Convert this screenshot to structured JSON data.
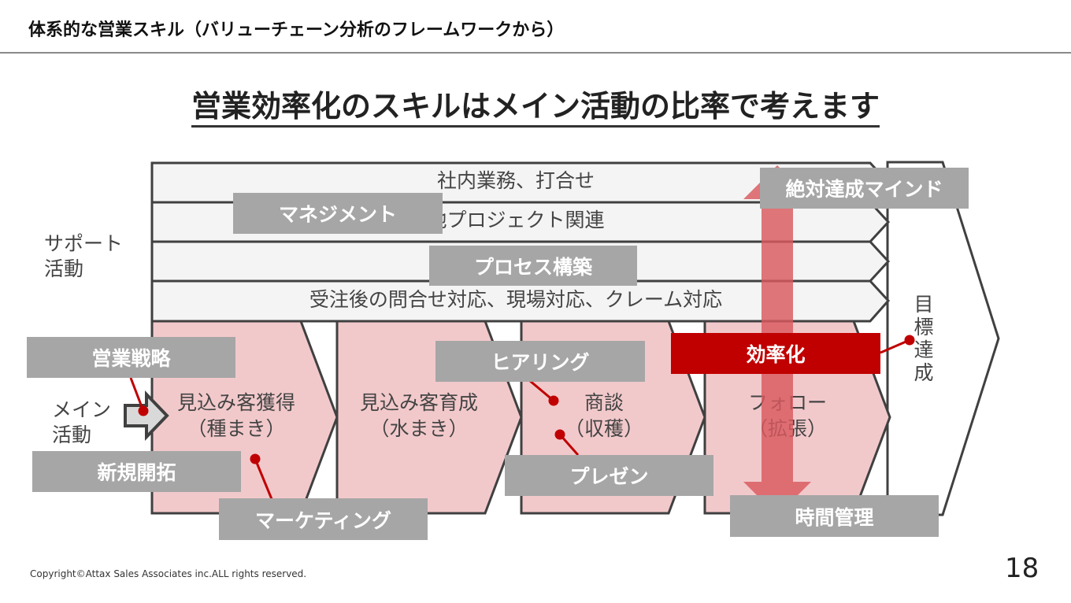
{
  "header": {
    "title": "体系的な営業スキル（バリューチェーン分析のフレームワークから）"
  },
  "main_title": "営業効率化のスキルはメイン活動の比率で考えます",
  "support": {
    "label": "サポート\n活動",
    "rows": [
      {
        "text": "社内業務、打合せ"
      },
      {
        "text": "他プロジェクト関連"
      },
      {
        "text": ""
      },
      {
        "text": "受注後の問合せ対応、現場対応、クレーム対応"
      }
    ]
  },
  "main_activity": {
    "label": "メイン\n活動",
    "stages": [
      {
        "line1": "見込み客獲得",
        "line2": "（種まき）"
      },
      {
        "line1": "見込み客育成",
        "line2": "（水まき）"
      },
      {
        "line1": "商談",
        "line2": "（収穫）"
      },
      {
        "line1": "フォロー",
        "line2": "（拡張）"
      }
    ]
  },
  "goal": {
    "label": "目標達成"
  },
  "skill_labels": {
    "management": "マネジメント",
    "process": "プロセス構築",
    "sales_strategy": "営業戦略",
    "new_development": "新規開拓",
    "marketing": "マーケティング",
    "hearing": "ヒアリング",
    "presentation": "プレゼン",
    "efficiency": "効率化",
    "mindset": "絶対達成マインド",
    "time_management": "時間管理"
  },
  "colors": {
    "stage_fill": "#f2c9cb",
    "support_fill": "#f4f4f4",
    "label_gray": "#a6a6a6",
    "accent_red": "#c00000",
    "arrow_red": "#d9595e"
  },
  "footer": {
    "copyright": "Copyright©Attax Sales Associates inc.ALL rights reserved.",
    "page_number": "18"
  }
}
